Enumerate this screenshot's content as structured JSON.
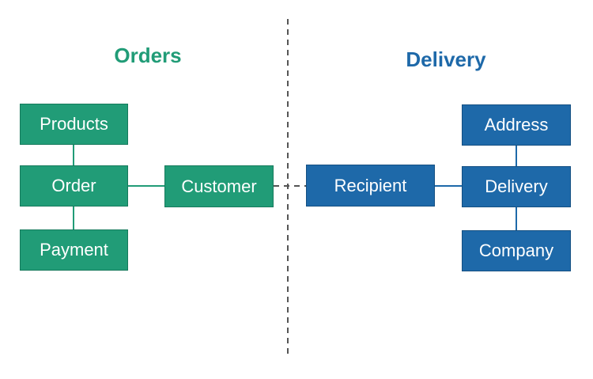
{
  "colors": {
    "green": "#219c77",
    "green_border": "#167a5c",
    "blue": "#1e69a9",
    "blue_border": "#144f82",
    "divider": "#555555"
  },
  "contexts": {
    "orders": {
      "title": "Orders",
      "nodes": {
        "products": "Products",
        "order": "Order",
        "payment": "Payment",
        "customer": "Customer"
      }
    },
    "delivery": {
      "title": "Delivery",
      "nodes": {
        "recipient": "Recipient",
        "address": "Address",
        "delivery": "Delivery",
        "company": "Company"
      }
    }
  }
}
